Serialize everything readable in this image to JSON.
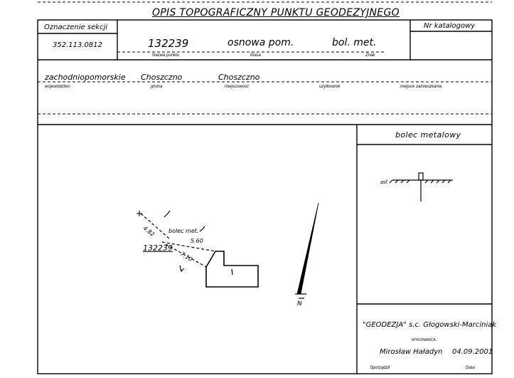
{
  "title": "OPIS TOPOGRAFICZNY PUNKTU GEODEZYJNEGO",
  "header": {
    "section_label": "Oznaczenie sekcji",
    "section_value": "352.113.0812",
    "catalog_label": "Nr katalogowy",
    "point_name": "132239",
    "point_name_label": "Nazwa punktu",
    "class_value": "osnowa pom.",
    "class_label": "Klasa",
    "mark_value": "bol. met.",
    "mark_label": "Znak"
  },
  "location": {
    "voivodeship": "zachodniopomorskie",
    "voivodeship_label": "województwo",
    "commune": "Choszczno",
    "commune_label": "gmina",
    "locality": "Choszczno",
    "locality_label": "miejscowość",
    "owner_label": "użytkownik",
    "residence_label": "miejsce zamieszkania"
  },
  "mark_section": {
    "title": "bolec metalowy",
    "surface_label": "asf."
  },
  "sketch": {
    "point_label": "132239",
    "bolt_label": "bolec met.",
    "dist_1": "4.82",
    "dist_2": "5.60",
    "dist_3": "7.10",
    "north_label": "N"
  },
  "footer": {
    "company": "\"GEODEZJA\" s.c. Głogowski-Marciniak",
    "contractor_label": "WYKONAWCA",
    "author": "Mirosław Haładyn",
    "date": "04.09.2001",
    "author_label": "Sporządził",
    "date_label": "Data"
  }
}
